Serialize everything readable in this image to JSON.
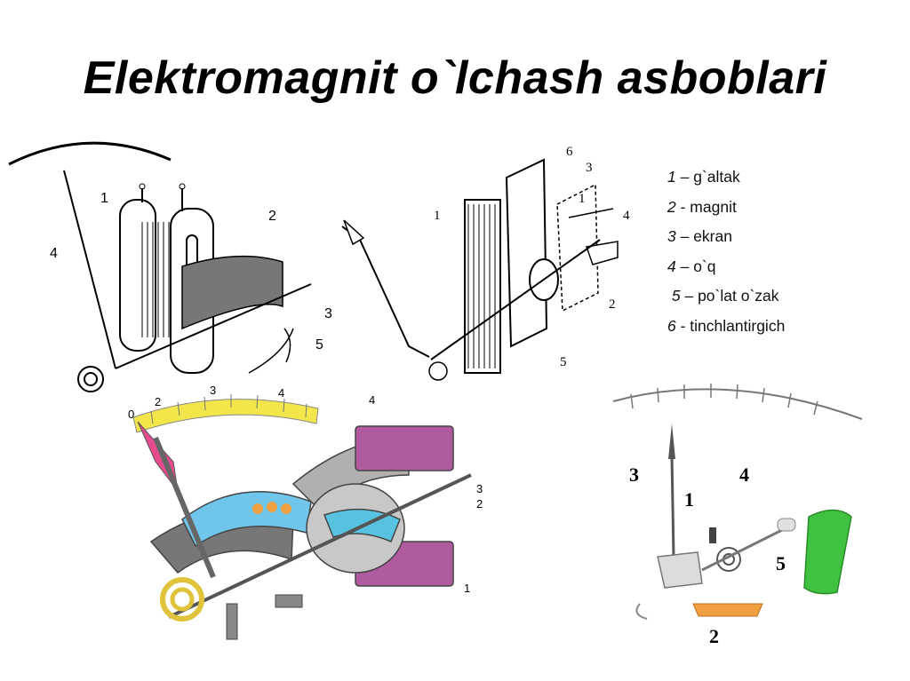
{
  "title": "Elektromagnit o`lchash asboblari",
  "legend": [
    {
      "num": "1",
      "sep": " – ",
      "text": "g`altak"
    },
    {
      "num": "2",
      "sep": " - ",
      "text": "magnit"
    },
    {
      "num": "3",
      "sep": " – ",
      "text": "ekran"
    },
    {
      "num": "4",
      "sep": " – ",
      "text": "o`q"
    },
    {
      "num": " 5",
      "sep": " – ",
      "text": "po`lat o`zak"
    },
    {
      "num": "6",
      "sep": " - ",
      "text": "tinchlantirgich"
    }
  ],
  "figure1": {
    "labels": [
      "1",
      "2",
      "3",
      "4",
      "5"
    ]
  },
  "figure2": {
    "labels": [
      "6",
      "3",
      "1",
      "1",
      "4",
      "2",
      "5"
    ]
  },
  "figure3": {
    "labels": [
      "0",
      "2",
      "3",
      "4",
      "4",
      "3",
      "2",
      "1"
    ]
  },
  "figure4": {
    "labels": [
      "3",
      "1",
      "4",
      "5",
      "2"
    ]
  },
  "colors": {
    "scale": "#f2e64a",
    "pointer": "#e64b8e",
    "magnet": "#9b9b9b",
    "coil": "#b05aa0",
    "vane": "#58c3e0",
    "arc": "#3fc23f",
    "resistor": "#f0a040"
  }
}
